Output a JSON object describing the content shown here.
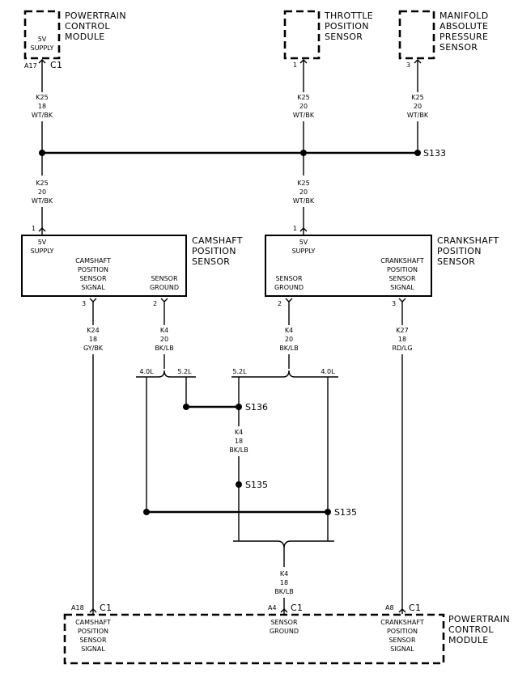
{
  "components": {
    "pcm_top": {
      "name": [
        "POWERTRAIN",
        "CONTROL",
        "MODULE"
      ],
      "inner": [
        "5V",
        "SUPPLY"
      ],
      "pin": "A17",
      "connector": "C1"
    },
    "tps": {
      "name": [
        "THROTTLE",
        "POSITION",
        "SENSOR"
      ],
      "pin": "1"
    },
    "map": {
      "name": [
        "MANIFOLD",
        "ABSOLUTE",
        "PRESSURE",
        "SENSOR"
      ],
      "pin": "3"
    },
    "cam": {
      "name": [
        "CAMSHAFT",
        "POSITION",
        "SENSOR"
      ],
      "supply": [
        "5V",
        "SUPPLY"
      ],
      "signal": [
        "CAMSHAFT",
        "POSITION",
        "SENSOR",
        "SIGNAL"
      ],
      "ground": [
        "SENSOR",
        "GROUND"
      ],
      "pin_in": "1",
      "pin_signal": "3",
      "pin_ground": "2"
    },
    "crank": {
      "name": [
        "CRANKSHAFT",
        "POSITION",
        "SENSOR"
      ],
      "supply": [
        "5V",
        "SUPPLY"
      ],
      "ground": [
        "SENSOR",
        "GROUND"
      ],
      "signal": [
        "CRANKSHAFT",
        "POSITION",
        "SENSOR",
        "SIGNAL"
      ],
      "pin_in": "1",
      "pin_ground": "2",
      "pin_signal": "3"
    },
    "pcm_bottom": {
      "name": [
        "POWERTRAIN",
        "CONTROL",
        "MODULE"
      ],
      "cam_signal": [
        "CAMSHAFT",
        "POSITION",
        "SENSOR",
        "SIGNAL"
      ],
      "ground": [
        "SENSOR",
        "GROUND"
      ],
      "crank_signal": [
        "CRANKSHAFT",
        "POSITION",
        "SENSOR",
        "SIGNAL"
      ],
      "pins": {
        "cam": "A18",
        "ground": "A4",
        "crank": "A8"
      },
      "connector": "C1"
    }
  },
  "wires": {
    "pcm_supply": [
      "K25",
      "18",
      "WT/BK"
    ],
    "tps_supply": [
      "K25",
      "20",
      "WT/BK"
    ],
    "map_supply": [
      "K25",
      "20",
      "WT/BK"
    ],
    "cam_supply": [
      "K25",
      "20",
      "WT/BK"
    ],
    "crank_supply": [
      "K25",
      "20",
      "WT/BK"
    ],
    "cam_signal": [
      "K24",
      "18",
      "GY/BK"
    ],
    "cam_ground": [
      "K4",
      "20",
      "BK/LB"
    ],
    "crank_ground": [
      "K4",
      "20",
      "BK/LB"
    ],
    "crank_signal": [
      "K27",
      "18",
      "RD/LG"
    ],
    "ground_mid": [
      "K4",
      "18",
      "BK/LB"
    ],
    "ground_bottom": [
      "K4",
      "18",
      "BK/LB"
    ]
  },
  "splices": {
    "s133": "S133",
    "s136": "S136",
    "s135a": "S135",
    "s135b": "S135"
  },
  "engines": {
    "l40_left": "4.0L",
    "l52_left": "5.2L",
    "l52_right": "5.2L",
    "l40_right": "4.0L"
  }
}
